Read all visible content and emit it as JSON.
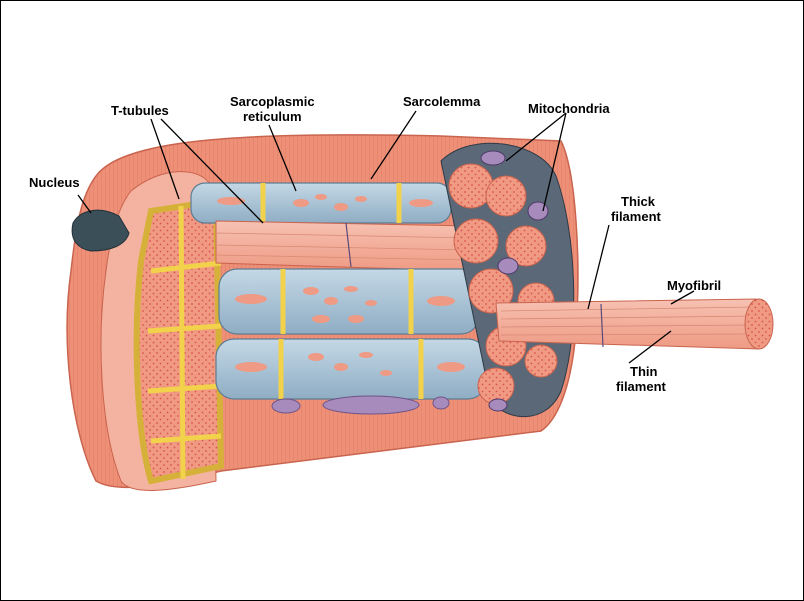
{
  "labels": {
    "nucleus": "Nucleus",
    "t_tubules": "T-tubules",
    "sarcoplasmic_line1": "Sarcoplasmic",
    "sarcoplasmic_line2": "reticulum",
    "sarcolemma": "Sarcolemma",
    "mitochondria": "Mitochondria",
    "thick_line1": "Thick",
    "thick_line2": "filament",
    "myofibril": "Myofibril",
    "thin_line1": "Thin",
    "thin_line2": "filament"
  },
  "colors": {
    "sarcolemma": "#ec8a72",
    "sarcolemma_shade": "#f4b3a0",
    "t_tubule": "#f2d24a",
    "sr": "#a9c4d8",
    "sr_dark": "#6f8ea8",
    "myofibril": "#f09a84",
    "myofibril_light": "#f7c2b2",
    "dots": "#d9544a",
    "mitochondria": "#a88bbd",
    "nucleus": "#3b4f58"
  }
}
